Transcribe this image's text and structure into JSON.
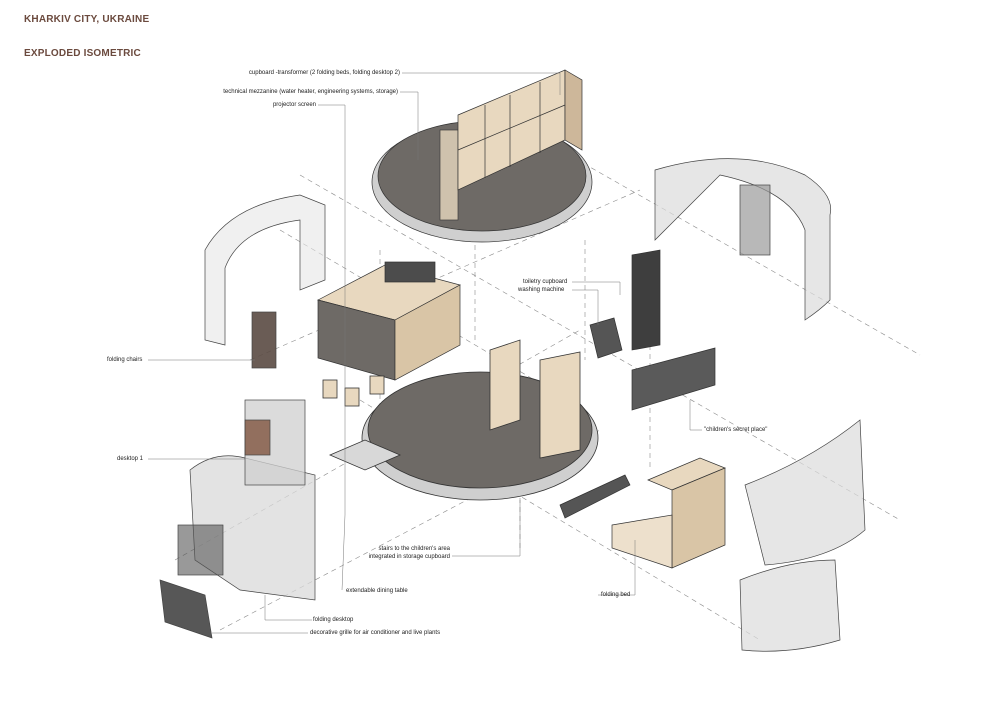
{
  "header": {
    "location": "KHARKIV CITY, UKRAINE",
    "drawing_type": "EXPLODED ISOMETRIC"
  },
  "callouts": {
    "cupboard_transformer": "cupboard -transformer (2 folding beds, folding desktop 2)",
    "technical_mezzanine": "technical mezzanine (water heater, engineering systems, storage)",
    "projector_screen": "projector screen",
    "toiletry_cupboard": "toiletry cupboard",
    "washing_machine": "washing machine",
    "folding_chairs": "folding chairs",
    "childrens_secret_place": "\"children's secret place\"",
    "desktop_1": "desktop 1",
    "stairs_line1": "stairs to the children's area",
    "stairs_line2": "integrated in storage cupboard",
    "extendable_dining_table": "extendable dining table",
    "folding_bed": "folding bed",
    "folding_desktop": "folding desktop",
    "decorative_grille": "decorative grille for air conditioner and live plants"
  },
  "colors": {
    "heading": "#6b4a3e",
    "wood": "#e8d8bf",
    "floor": "#6e6a66",
    "glass": "#d6d6d6",
    "line": "#555555"
  }
}
